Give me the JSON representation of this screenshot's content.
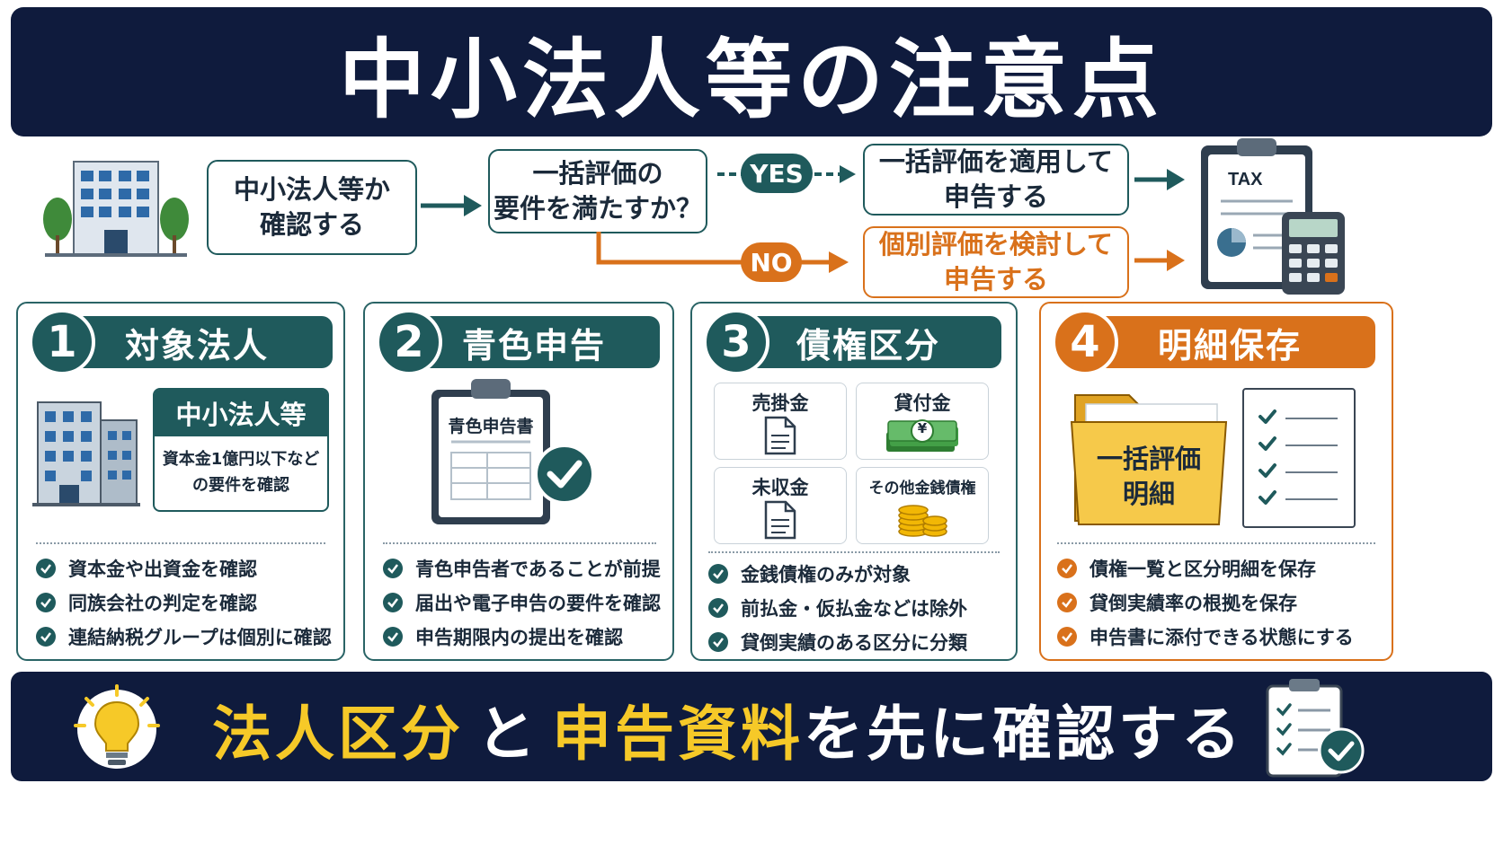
{
  "title": "中小法人等の注意点",
  "flow": {
    "step1": "中小法人等か\n確認する",
    "question": "一括評価の\n要件を満たすか？",
    "yes_label": "YES",
    "no_label": "NO",
    "yes_result": "一括評価を適用して\n申告する",
    "no_result": "個別評価を検討して\n申告する",
    "tax_label": "TAX"
  },
  "panels": [
    {
      "number": "1",
      "heading": "対象法人",
      "tag_title": "中小法人等",
      "tag_body": "資本金1億円以下など\nの要件を確認",
      "items": [
        "資本金や出資金を確認",
        "同族会社の判定を確認",
        "連結納税グループは個別に確認"
      ]
    },
    {
      "number": "2",
      "heading": "青色申告",
      "doc_title": "青色申告書",
      "items": [
        "青色申告者であることが前提",
        "届出や電子申告の要件を確認",
        "申告期限内の提出を確認"
      ]
    },
    {
      "number": "3",
      "heading": "債権区分",
      "categories": [
        "売掛金",
        "貸付金",
        "未収金",
        "その他金銭債権"
      ],
      "currency_symbol": "¥",
      "items": [
        "金銭債権のみが対象",
        "前払金・仮払金などは除外",
        "貸倒実績のある区分に分類"
      ]
    },
    {
      "number": "4",
      "heading": "明細保存",
      "folder_label": "一括評価\n明細",
      "items": [
        "債権一覧と区分明細を保存",
        "貸倒実績率の根拠を保存",
        "申告書に添付できる状態にする"
      ]
    }
  ],
  "bottom": {
    "part1": "法人区分",
    "part2": "と",
    "part3": "申告資料",
    "part4": "を先に確認する"
  },
  "colors": {
    "navy": "#0f1b3d",
    "teal": "#1f5a5c",
    "orange": "#d9711b",
    "yellow": "#f6c928"
  }
}
